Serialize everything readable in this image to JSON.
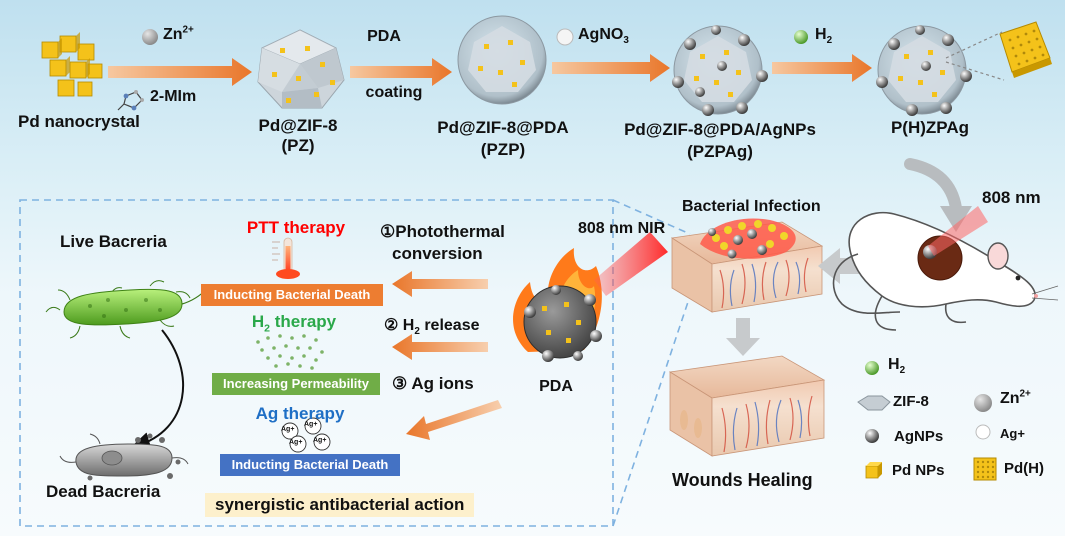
{
  "top_row": {
    "zn_label": "Zn",
    "zn_charge": "2+",
    "mim_label": "2-MIm",
    "pda_label": "PDA",
    "coating_label": "coating",
    "agno3_label": "AgNO",
    "agno3_sub": "3",
    "h2_label": "H",
    "h2_sub": "2",
    "pd_nanocrystal": "Pd nanocrystal",
    "pz_name": "Pd@ZIF-8",
    "pz_abbr": "(PZ)",
    "pzp_name": "Pd@ZIF-8@PDA",
    "pzp_abbr": "(PZP)",
    "pzpag_name": "Pd@ZIF-8@PDA/AgNPs",
    "pzpag_abbr": "(PZPAg)",
    "phzpag_name": "P(H)ZPAg"
  },
  "middle": {
    "nir_808": "808 nm",
    "bacterial_infection": "Bacterial Infection",
    "nir_808_nir": "808 nm NIR",
    "pda_label": "PDA",
    "wounds_healing": "Wounds Healing"
  },
  "panel": {
    "live_bacteria": "Live Bacreria",
    "dead_bacteria": "Dead Bacreria",
    "ptt_title": "PTT therapy",
    "ptt_bar": "Inducting Bacterial Death",
    "h2_title": "H",
    "h2_title_sub": "2",
    "h2_title_suffix": " therapy",
    "h2_bar": "Increasing Permeability",
    "ag_title": "Ag therapy",
    "ag_bar": "Inducting Bacterial Death",
    "ag_ion": "Ag+",
    "step1_num": "①",
    "step1_line1": "Photothermal",
    "step1_line2": "conversion",
    "step2_num": "②",
    "step2_label": "H",
    "step2_sub": "2",
    "step2_suffix": " release",
    "step3_num": "③",
    "step3_label": "Ag ions",
    "synergy": "synergistic antibacterial action"
  },
  "legend": {
    "h2": "H",
    "h2_sub": "2",
    "zif8": "ZIF-8",
    "zn": "Zn",
    "zn_charge": "2+",
    "agnps": "AgNPs",
    "ag_plus": "Ag+",
    "pd_nps": "Pd NPs",
    "pdh": "Pd(H)"
  },
  "colors": {
    "arrow_orange": "#ed7d31",
    "ptt_red": "#ff0000",
    "h2_green": "#2aa84a",
    "ag_blue": "#1f6fc5",
    "bar_orange": "#ed7d31",
    "bar_green": "#70ad47",
    "bar_blue": "#4472c4",
    "dashed_blue": "#7fb2e0",
    "synergy_bg": "#fdf0cc"
  }
}
